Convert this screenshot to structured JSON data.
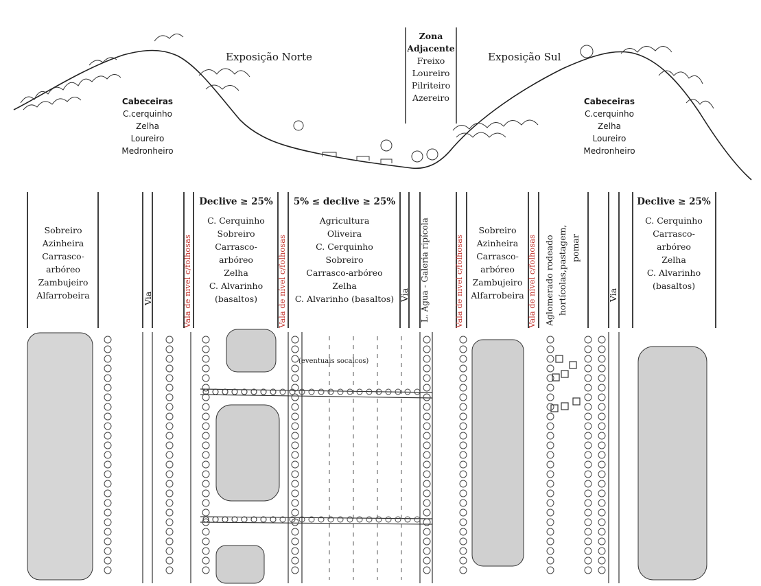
{
  "profile": {
    "exposicao_norte": "Exposição Norte",
    "exposicao_sul": "Exposição Sul",
    "zona_adjacente": {
      "title_line1": "Zona",
      "title_line2": "Adjacente",
      "items": [
        "Freixo",
        "Loureiro",
        "Pilriteiro",
        "Azereiro"
      ]
    },
    "cabeceiras_left": {
      "title": "Cabeceiras",
      "items": [
        "C.cerquinho",
        "Zelha",
        "Loureiro",
        "Medronheiro"
      ]
    },
    "cabeceiras_right": {
      "title": "Cabeceiras",
      "items": [
        "C.cerquinho",
        "Zelha",
        "Loureiro",
        "Medronheiro"
      ]
    }
  },
  "bands": {
    "b1": {
      "items": [
        "Sobreiro",
        "Azinheira",
        "Carrasco-",
        "arbóreo",
        "Zambujeiro",
        "Alfarrobeira"
      ]
    },
    "via_left": "Via",
    "vala_1": "Vala de nível c/folhosas",
    "b2": {
      "title": "Declive ≥ 25%",
      "items": [
        "C. Cerquinho",
        "Sobreiro",
        "Carrasco-",
        "arbóreo",
        "Zelha",
        "C. Alvarinho",
        "(basaltos)"
      ]
    },
    "vala_2": "Vala de nível c/folhosas",
    "b3": {
      "title": "5% ≤ declive ≥ 25%",
      "items": [
        "Agricultura",
        "Oliveira",
        "C. Cerquinho",
        "Sobreiro",
        "Carrasco-arbóreo",
        "Zelha",
        "C. Alvarinho (basaltos)"
      ]
    },
    "via_mid": "Via",
    "galeria": "L. Água - Galeria ripícola",
    "vala_3": "Vala de nível c/folhosas",
    "b4": {
      "items": [
        "Sobreiro",
        "Azinheira",
        "Carrasco-",
        "arbóreo",
        "Zambujeiro",
        "Alfarrobeira"
      ]
    },
    "vala_4": "Vala de nível c/folhosas",
    "aglomerado": [
      "Aglomerado rodeado",
      "hortícolas,pastagem,",
      "pomar"
    ],
    "via_right": "Via",
    "b5": {
      "title": "Declive ≥ 25%",
      "items": [
        "C. Cerquinho",
        "Carrasco-",
        "arbóreo",
        "Zelha",
        "C. Alvarinho",
        "(basaltos)"
      ]
    }
  },
  "plan": {
    "eventuais_socalcos": "(eventuais socalcos)"
  }
}
